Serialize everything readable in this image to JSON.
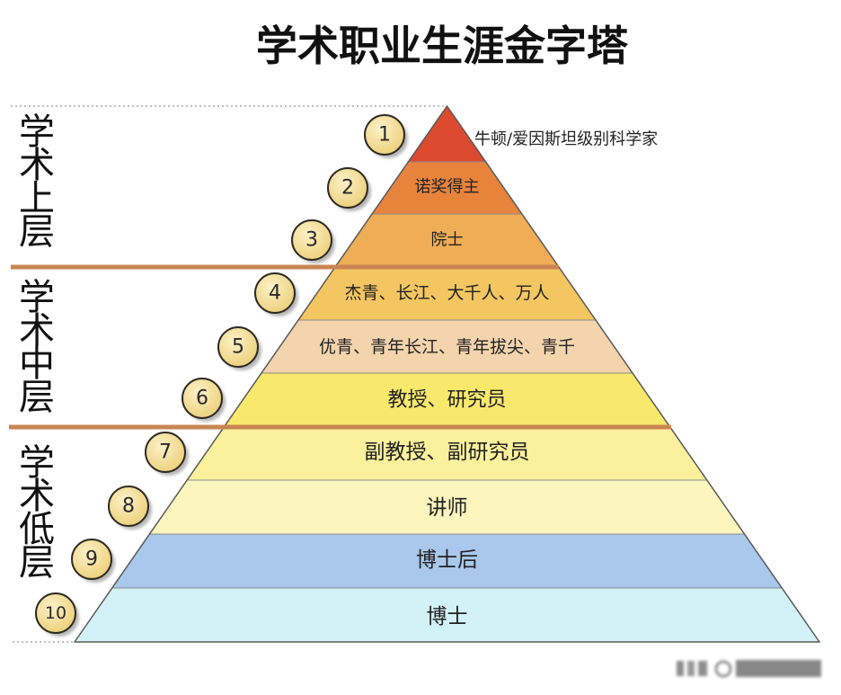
{
  "title": "学术职业生涯金字塔",
  "groups": [
    {
      "label": "学术上层"
    },
    {
      "label": "学术中层"
    },
    {
      "label": "学术低层"
    }
  ],
  "levels": [
    {
      "number": "1",
      "label": "牛顿/爱因斯坦级别科学家",
      "color": "#dc4a30"
    },
    {
      "number": "2",
      "label": "诺奖得主",
      "color": "#e8833c"
    },
    {
      "number": "3",
      "label": "院士",
      "color": "#efad55"
    },
    {
      "number": "4",
      "label": "杰青、长江、大千人、万人",
      "color": "#f4c661"
    },
    {
      "number": "5",
      "label": "优青、青年长江、青年拔尖、青千",
      "color": "#f4d4ad"
    },
    {
      "number": "6",
      "label": "教授、研究员",
      "color": "#f8e86c"
    },
    {
      "number": "7",
      "label": "副教授、副研究员",
      "color": "#fbf19c"
    },
    {
      "number": "8",
      "label": "讲师",
      "color": "#fcf5be"
    },
    {
      "number": "9",
      "label": "博士后",
      "color": "#a9c8eb"
    },
    {
      "number": "10",
      "label": "博士",
      "color": "#d3f2f7"
    }
  ],
  "colors": {
    "group_separator": "#c98552",
    "badge_fill": "#eccf78",
    "badge_outline": "#2e2a22"
  }
}
